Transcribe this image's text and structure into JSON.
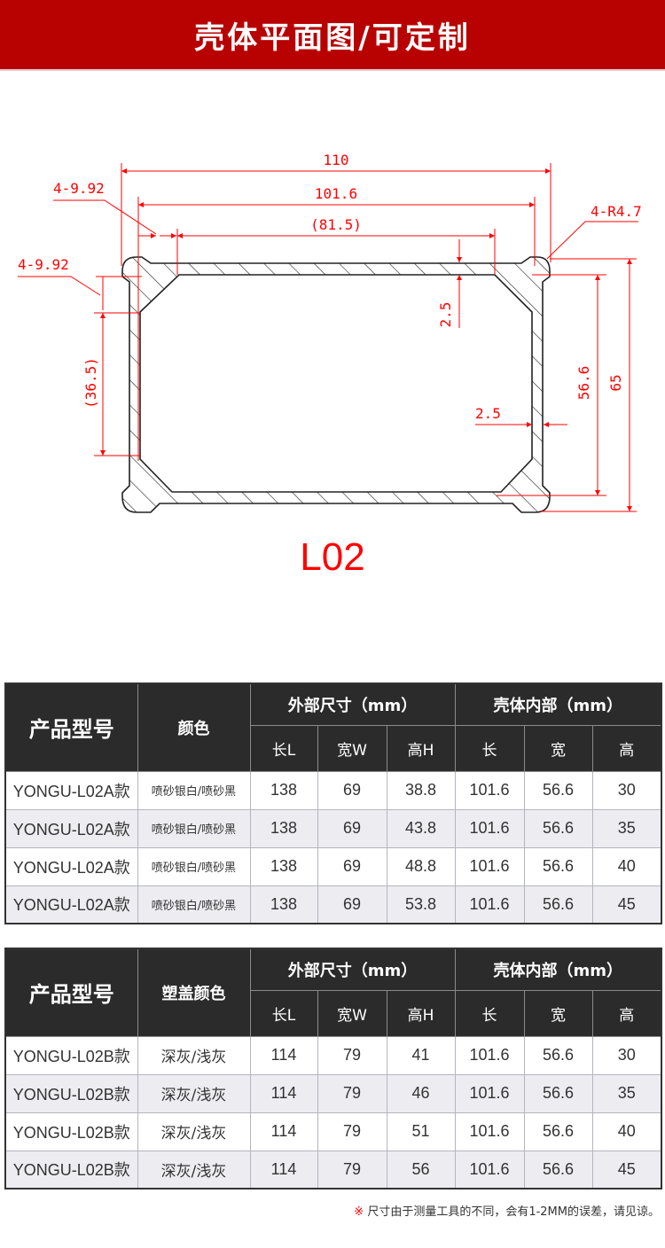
{
  "banner": {
    "title": "壳体平面图/可定制"
  },
  "drawing": {
    "model_label": "L02",
    "dimensions": {
      "overall_length": "110",
      "inner_length": "101.6",
      "slot_length": "(81.5)",
      "chamfer_top": "4-9.92",
      "chamfer_side": "4-9.92",
      "corner_radius": "4-R4.7",
      "wall_top": "2.5",
      "wall_side": "2.5",
      "slot_height": "(36.5)",
      "inner_height": "56.6",
      "overall_height": "65"
    },
    "line_color": "#ff0000"
  },
  "table_a": {
    "headers": {
      "model": "产品型号",
      "color": "颜色",
      "external": "外部尺寸（mm）",
      "internal": "壳体内部（mm）",
      "ext_l": "长L",
      "ext_w": "宽W",
      "ext_h": "高H",
      "int_l": "长",
      "int_w": "宽",
      "int_h": "高"
    },
    "rows": [
      {
        "model": "YONGU-L02A款",
        "color": "喷砂银白/喷砂黑",
        "ext_l": "138",
        "ext_w": "69",
        "ext_h": "38.8",
        "int_l": "101.6",
        "int_w": "56.6",
        "int_h": "30"
      },
      {
        "model": "YONGU-L02A款",
        "color": "喷砂银白/喷砂黑",
        "ext_l": "138",
        "ext_w": "69",
        "ext_h": "43.8",
        "int_l": "101.6",
        "int_w": "56.6",
        "int_h": "35"
      },
      {
        "model": "YONGU-L02A款",
        "color": "喷砂银白/喷砂黑",
        "ext_l": "138",
        "ext_w": "69",
        "ext_h": "48.8",
        "int_l": "101.6",
        "int_w": "56.6",
        "int_h": "40"
      },
      {
        "model": "YONGU-L02A款",
        "color": "喷砂银白/喷砂黑",
        "ext_l": "138",
        "ext_w": "69",
        "ext_h": "53.8",
        "int_l": "101.6",
        "int_w": "56.6",
        "int_h": "45"
      }
    ]
  },
  "table_b": {
    "headers": {
      "model": "产品型号",
      "color": "塑盖颜色",
      "external": "外部尺寸（mm）",
      "internal": "壳体内部（mm）",
      "ext_l": "长L",
      "ext_w": "宽W",
      "ext_h": "高H",
      "int_l": "长",
      "int_w": "宽",
      "int_h": "高"
    },
    "rows": [
      {
        "model": "YONGU-L02B款",
        "color": "深灰/浅灰",
        "ext_l": "114",
        "ext_w": "79",
        "ext_h": "41",
        "int_l": "101.6",
        "int_w": "56.6",
        "int_h": "30"
      },
      {
        "model": "YONGU-L02B款",
        "color": "深灰/浅灰",
        "ext_l": "114",
        "ext_w": "79",
        "ext_h": "46",
        "int_l": "101.6",
        "int_w": "56.6",
        "int_h": "35"
      },
      {
        "model": "YONGU-L02B款",
        "color": "深灰/浅灰",
        "ext_l": "114",
        "ext_w": "79",
        "ext_h": "51",
        "int_l": "101.6",
        "int_w": "56.6",
        "int_h": "40"
      },
      {
        "model": "YONGU-L02B款",
        "color": "深灰/浅灰",
        "ext_l": "114",
        "ext_w": "79",
        "ext_h": "56",
        "int_l": "101.6",
        "int_w": "56.6",
        "int_h": "45"
      }
    ]
  },
  "note": {
    "mark": "※",
    "text": " 尺寸由于测量工具的不同，会有1-2MM的误差，请见谅。"
  }
}
